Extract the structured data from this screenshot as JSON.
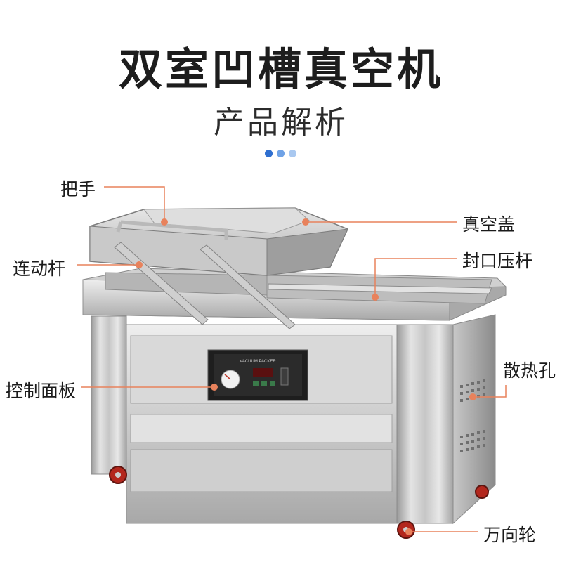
{
  "title": "双室凹槽真空机",
  "subtitle": "产品解析",
  "dots": [
    "#2f6fd0",
    "#6fa2e6",
    "#a9c8f0"
  ],
  "accent_color": "#e8825c",
  "labels": {
    "handle": "把手",
    "vacuum_cover": "真空盖",
    "linkage_rod": "连动杆",
    "seal_bar": "封口压杆",
    "control_panel": "控制面板",
    "vent_holes": "散热孔",
    "caster": "万向轮"
  },
  "panel_text": "VACUUM PACKER"
}
